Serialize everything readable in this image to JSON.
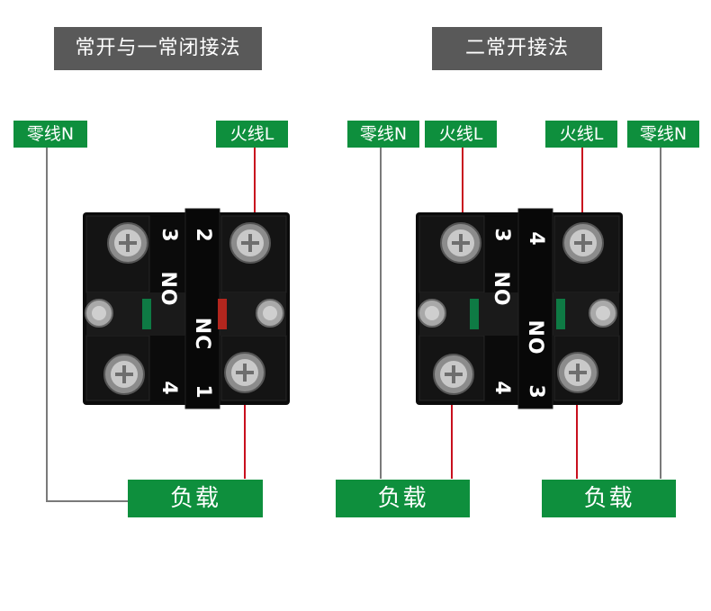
{
  "left": {
    "title": "常开与一常闭接法",
    "tags": {
      "neutral": "零线N",
      "live": "火线L"
    },
    "load": "负载",
    "block": {
      "num_tl": "3",
      "num_tr": "2",
      "num_bl": "4",
      "num_br": "1",
      "label_top": "NO",
      "label_bottom": "NC"
    }
  },
  "right": {
    "title": "二常开接法",
    "tags": {
      "neutral_1": "零线N",
      "live_1": "火线L",
      "live_2": "火线L",
      "neutral_2": "零线N"
    },
    "loads": [
      "负载",
      "负载"
    ],
    "block": {
      "num_tl": "3",
      "num_tr": "4",
      "num_bl": "4",
      "num_br": "3",
      "label_top": "NO",
      "label_bottom": "NO"
    }
  },
  "colors": {
    "tag_green": "#0e8f3d",
    "title_gray": "#595959",
    "live_wire": "#c8101e",
    "neutral_wire": "#7a7a7a",
    "block_body": "#0b0b0b",
    "contact_red": "#b3261e",
    "contact_green": "#0e7a44"
  }
}
